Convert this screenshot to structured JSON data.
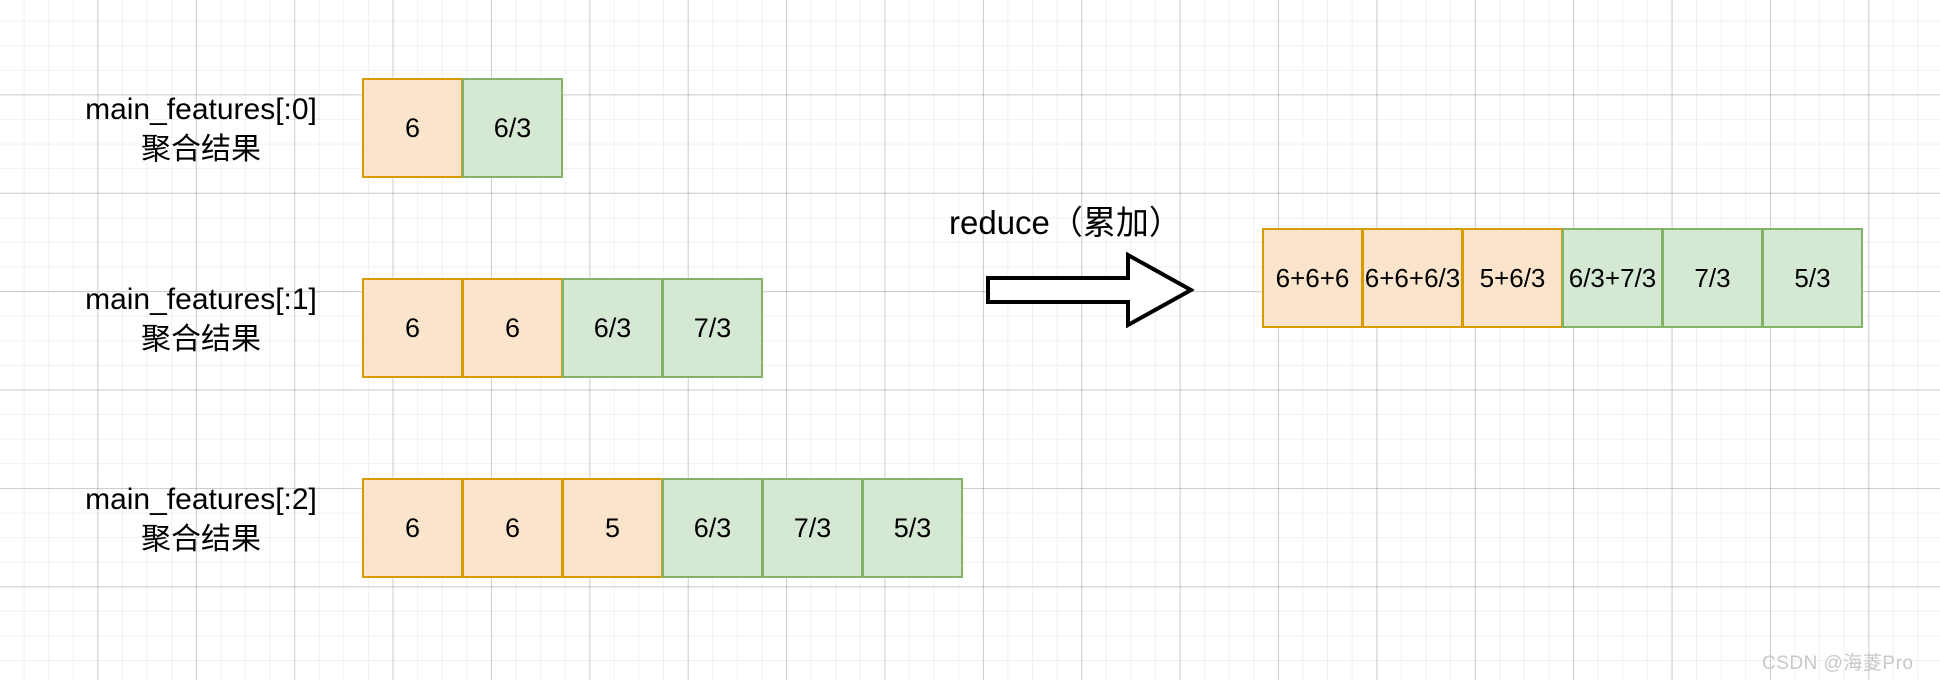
{
  "diagram": {
    "title_text": "reduce（累加）",
    "arrow_icon": "right-block-arrow-icon",
    "colors": {
      "orange_fill": "#FAE5CC",
      "orange_stroke": "#D79B00",
      "green_fill": "#D5E8D4",
      "green_stroke": "#82B366",
      "grid_minor": "#EDEDED",
      "grid_major": "#D6D6D6",
      "text": "#000000",
      "watermark": "#C8C8C8"
    },
    "rows": [
      {
        "label_line1": "main_features[:0]",
        "label_line2": "聚合结果",
        "cells": [
          {
            "text": "6",
            "color": "orange"
          },
          {
            "text": "6/3",
            "color": "green"
          }
        ]
      },
      {
        "label_line1": "main_features[:1]",
        "label_line2": "聚合结果",
        "cells": [
          {
            "text": "6",
            "color": "orange"
          },
          {
            "text": "6",
            "color": "orange"
          },
          {
            "text": "6/3",
            "color": "green"
          },
          {
            "text": "7/3",
            "color": "green"
          }
        ]
      },
      {
        "label_line1": "main_features[:2]",
        "label_line2": "聚合结果",
        "cells": [
          {
            "text": "6",
            "color": "orange"
          },
          {
            "text": "6",
            "color": "orange"
          },
          {
            "text": "5",
            "color": "orange"
          },
          {
            "text": "6/3",
            "color": "green"
          },
          {
            "text": "7/3",
            "color": "green"
          },
          {
            "text": "5/3",
            "color": "green"
          }
        ]
      }
    ],
    "result": {
      "cells": [
        {
          "text": "6+6+6",
          "color": "orange"
        },
        {
          "text": "6+6+6/3",
          "color": "orange"
        },
        {
          "text": "5+6/3",
          "color": "orange"
        },
        {
          "text": "6/3+7/3",
          "color": "green"
        },
        {
          "text": "7/3",
          "color": "green"
        },
        {
          "text": "5/3",
          "color": "green"
        }
      ]
    },
    "watermark": "CSDN @海菱Pro"
  }
}
